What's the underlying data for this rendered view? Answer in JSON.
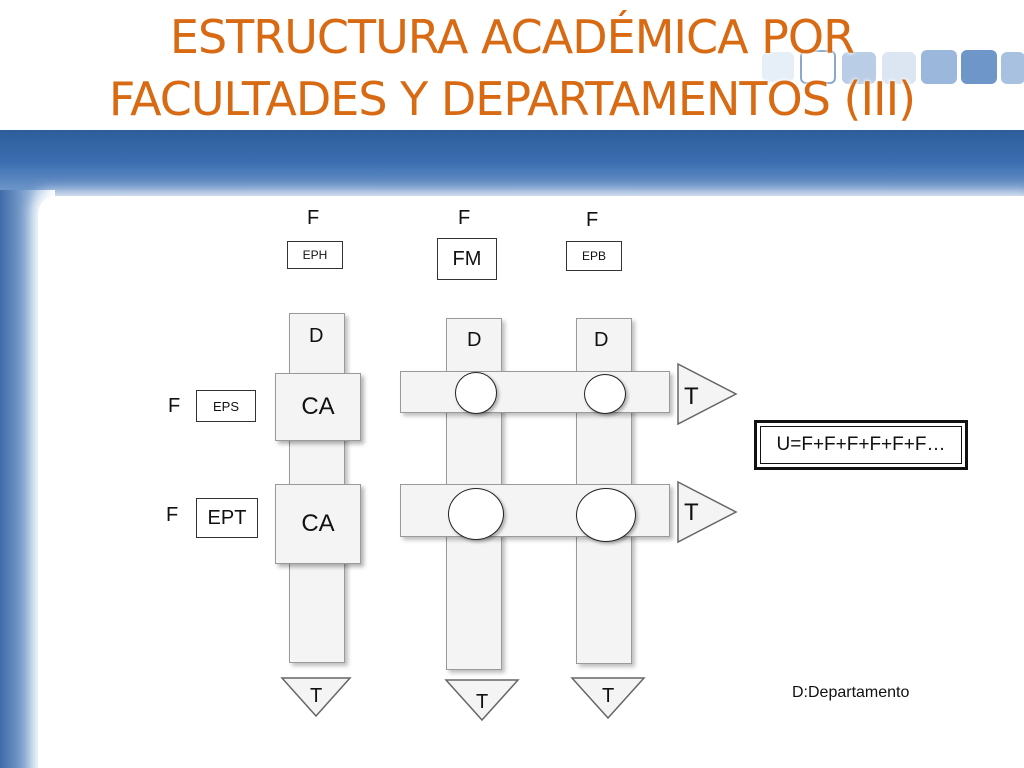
{
  "title_line1": "ESTRUCTURA ACADÉMICA POR",
  "title_line2": "FACULTADES Y DEPARTAMENTOS (III)",
  "colors": {
    "title": "#d96a14",
    "band": "#2e5d9a"
  },
  "top_faculties": [
    {
      "f_label": "F",
      "name": "EPH"
    },
    {
      "f_label": "F",
      "name": "FM"
    },
    {
      "f_label": "F",
      "name": "EPB"
    }
  ],
  "departments": [
    "D",
    "D",
    "D"
  ],
  "left_faculties": [
    {
      "f_label": "F",
      "name": "EPS"
    },
    {
      "f_label": "F",
      "name": "EPT"
    }
  ],
  "intersections": [
    "CA",
    "CA"
  ],
  "row_t_labels": [
    "T",
    "T"
  ],
  "bottom_t_labels": [
    "T",
    "T",
    "T"
  ],
  "formula": "U=F+F+F+F+F+F…",
  "legend": "D:Departamento"
}
